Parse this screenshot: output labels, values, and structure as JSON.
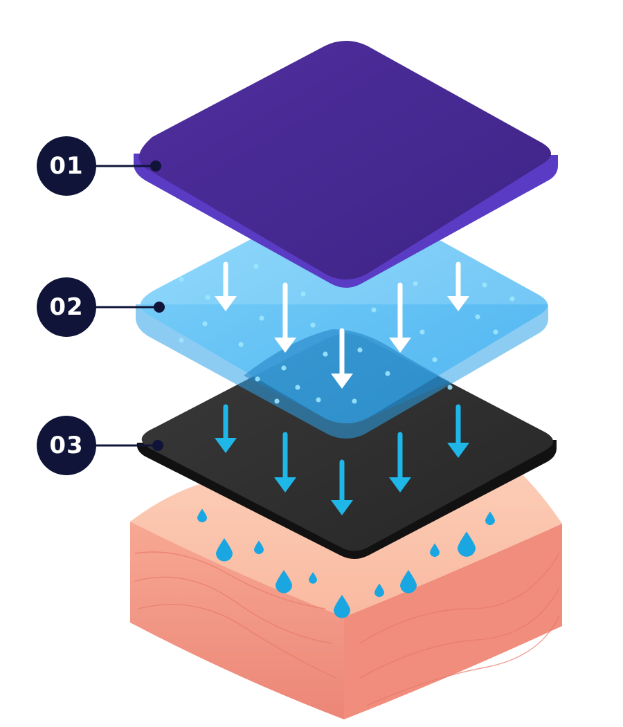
{
  "layers": [
    {
      "label": "01",
      "color": "#4a2a9a"
    },
    {
      "label": "02",
      "color": "#5cc0f5"
    },
    {
      "label": "03",
      "color": "#2e2e2e"
    }
  ],
  "skin": {
    "top_color": "#fbc6ad",
    "side_color": "#f29686"
  },
  "colors": {
    "badge": "#0f1438",
    "connector": "#0f1438",
    "arrow_white": "#ffffff",
    "arrow_blue": "#1fb7e8",
    "droplet": "#1aa6e0"
  }
}
